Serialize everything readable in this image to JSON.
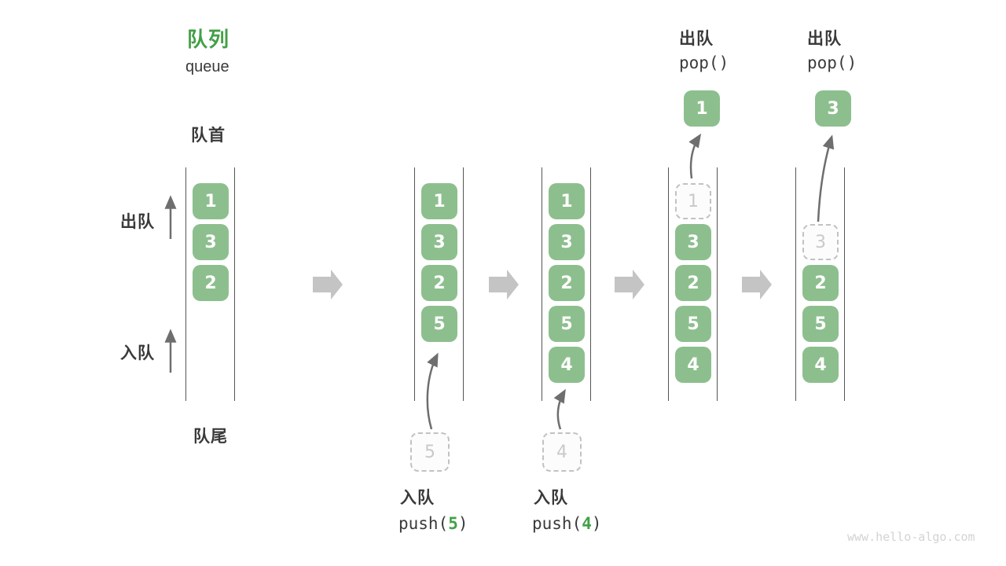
{
  "title": {
    "zh": "队列",
    "en": "queue"
  },
  "labels": {
    "front": "队首",
    "rear": "队尾",
    "dequeue_side": "出队",
    "enqueue_side": "入队"
  },
  "queues": [
    {
      "items": [
        "1",
        "3",
        "2"
      ]
    },
    {
      "items": [
        "1",
        "3",
        "2",
        "5"
      ],
      "incoming": "5"
    },
    {
      "items": [
        "1",
        "3",
        "2",
        "5",
        "4"
      ],
      "incoming": "4"
    },
    {
      "ghost": "1",
      "items": [
        "3",
        "2",
        "5",
        "4"
      ],
      "popped": "1"
    },
    {
      "ghost": "3",
      "items": [
        "2",
        "5",
        "4"
      ],
      "popped": "3"
    }
  ],
  "operations": {
    "push5": {
      "label": "入队",
      "fn_open": "push(",
      "arg": "5",
      "fn_close": ")"
    },
    "push4": {
      "label": "入队",
      "fn_open": "push(",
      "arg": "4",
      "fn_close": ")"
    },
    "pop1": {
      "label": "出队",
      "code": "pop()"
    },
    "pop2": {
      "label": "出队",
      "code": "pop()"
    }
  },
  "watermark": "www.hello-algo.com",
  "colors": {
    "accent_green": "#43A047",
    "box_green": "#8DBF8E",
    "box_text": "#FFFFFF",
    "ghost_border": "#C2C2C2",
    "ghost_text": "#C9C9C9",
    "line": "#555555",
    "thin_arrow": "#6E6E6E",
    "block_arrow": "#C4C4C4",
    "text_dark": "#3A3A3A",
    "watermark": "#D3D3D3"
  }
}
